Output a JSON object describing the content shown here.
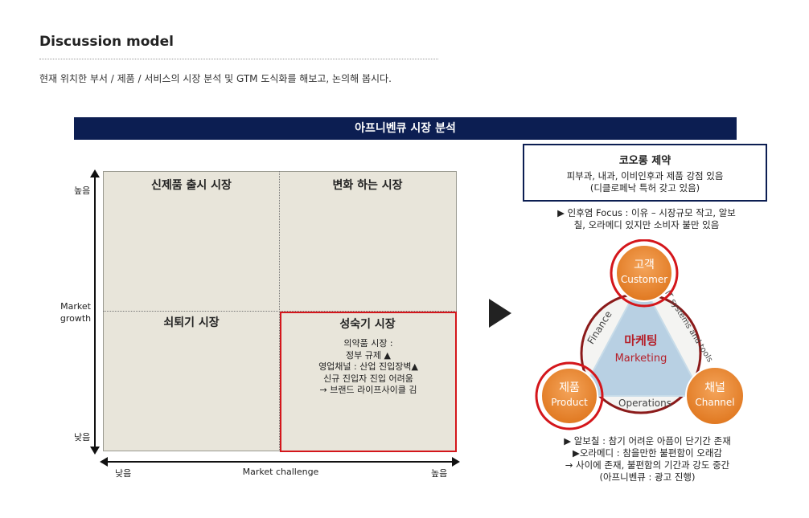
{
  "header": {
    "title": "Discussion model",
    "subtitle": "현재 위치한 부서 / 제품 / 서비스의 시장 분석 및 GTM 도식화를 해보고, 논의해 봅시다."
  },
  "banner": {
    "title": "아프니벤큐 시장 분석"
  },
  "matrix": {
    "quadrants": {
      "top_left": "신제품 출시 시장",
      "top_right": "변화 하는 시장",
      "bottom_left": "쇠퇴기 시장",
      "bottom_right": "성숙기 시장"
    },
    "notes": [
      "의약품 시장 :",
      "정부 규제 ▲",
      "영업채널 : 산업 진입장벽▲",
      "신규 진입자 진입 어려움",
      "→ 브랜드 라이프사이클 김"
    ],
    "y_axis": {
      "label_line1": "Market",
      "label_line2": "growth",
      "high": "높음",
      "low": "낮음"
    },
    "x_axis": {
      "label": "Market challenge",
      "low": "낮음",
      "high": "높음"
    }
  },
  "kolon": {
    "title": "코오롱 제약",
    "desc_line1": "피부과, 내과, 이비인후과 제품 강점 있음",
    "desc_line2": "(디클로페낙 특허 갖고 있음)"
  },
  "note_top": {
    "line1": "▶ 인후염 Focus : 이유 – 시장규모 작고, 알보",
    "line2": "칠, 오라메디 있지만 소비자 불만 있음"
  },
  "diagram": {
    "customer_ko": "고객",
    "customer_en": "Customer",
    "product_ko": "제품",
    "product_en": "Product",
    "channel_ko": "채널",
    "channel_en": "Channel",
    "center_ko": "마케팅",
    "center_en": "Marketing",
    "edge_left": "Finance",
    "edge_right": "IT systems and tools",
    "edge_bottom": "Operations",
    "highlight_color": "#d4161b",
    "circle_color": "#e8842c",
    "triangle_color": "#b8d0e3"
  },
  "note_bottom": {
    "line1": "▶ 알보칠 : 참기 어려운 아픔이 단기간 존재",
    "line2": "▶오라메디 : 참을만한 불편함이 오래감",
    "line3": "→ 사이에 존재, 불편함의 기간과 강도 중간",
    "line4": "(아프니벤큐 : 광고 진행)"
  }
}
